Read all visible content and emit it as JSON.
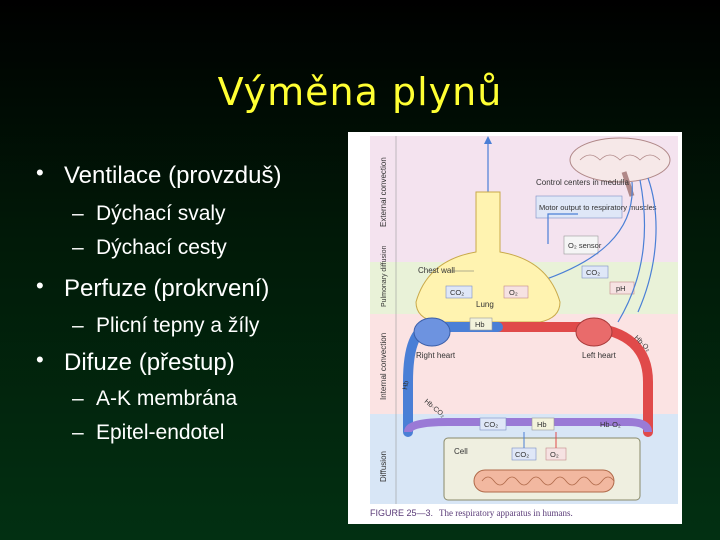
{
  "slide": {
    "title": "Výměna plynů",
    "bullets": [
      {
        "text": "Ventilace (provzduš)",
        "sub": [
          "Dýchací svaly",
          "Dýchací cesty"
        ]
      },
      {
        "text": "Perfuze (prokrvení)",
        "sub": [
          "Plicní tepny a žíly"
        ]
      },
      {
        "text": "Difuze (přestup)",
        "sub": [
          "A-K membrána",
          "Epitel-endotel"
        ]
      }
    ],
    "bullet_glyph": "•",
    "dash_glyph": "–"
  },
  "figure": {
    "band_labels": [
      "External convection",
      "Pulmonary diffusion",
      "Internal convection",
      "Diffusion"
    ],
    "labels": {
      "control_centers": "Control centers in medulla",
      "motor_output": "Motor output to respiratory muscles",
      "o2_sensor": "O₂ sensor",
      "co2_sensor": "CO₂",
      "ph_sensor": "pH",
      "chest_wall": "Chest wall",
      "co2_lung": "CO₂",
      "o2_lung": "O₂",
      "lung": "Lung",
      "hb_top": "Hb",
      "right_heart": "Right heart",
      "left_heart": "Left heart",
      "hb_left": "Hb",
      "hb_o2_right": "Hb·O₂",
      "hb_co2_left": "Hb·CO₂",
      "co2_tissue": "CO₂",
      "hb_bottom": "Hb",
      "hb_o2_bottom": "Hb·O₂",
      "cell": "Cell",
      "co2_cell": "CO₂",
      "o2_cell": "O₂"
    },
    "caption_label": "FIGURE 25—3.",
    "caption_text": "The respiratory apparatus in humans."
  },
  "colors": {
    "title": "#ffff33",
    "text": "#ffffff",
    "background": "#011a08",
    "venous": "#4a7fd6",
    "arterial": "#e04a4a",
    "band_top": "#f4e3ef",
    "band_pulm": "#e9f2d8",
    "band_internal": "#fbe3e3",
    "band_diffusion": "#d8e6f6"
  }
}
